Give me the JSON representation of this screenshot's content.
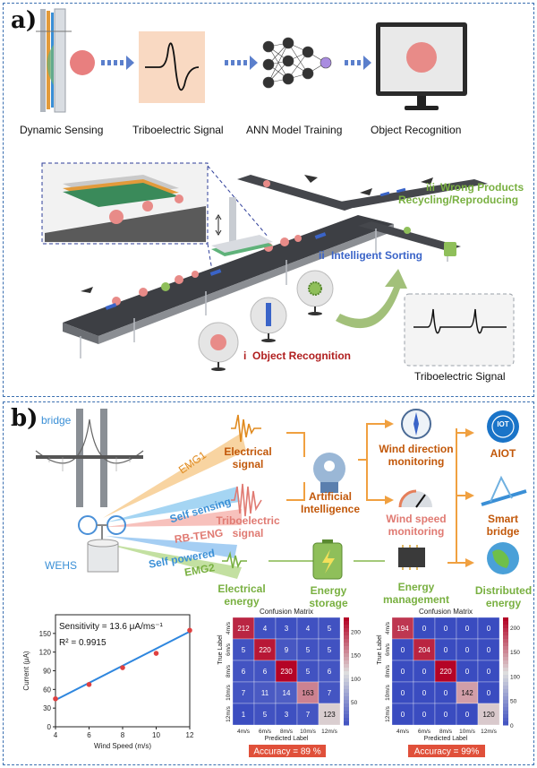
{
  "panel_a": {
    "label": "a)",
    "flow": [
      "Dynamic Sensing",
      "Triboelectric Signal",
      "ANN Model Training",
      "Object Recognition"
    ],
    "steps": {
      "i": "i",
      "i_text": "Object Recognition",
      "ii": "ii",
      "ii_text": "Intelligent Sorting",
      "iii": "iii",
      "iii_text": "Wrong Products",
      "iii_text2": "Recycling/Reproducing"
    },
    "signal_box": "Triboelectric Signal"
  },
  "panel_b": {
    "label": "b)",
    "bridge": "bridge",
    "wehs": "WEHS",
    "rays": [
      "EMG1",
      "Self sensing",
      "RB-TENG",
      "Self powered",
      "EMG2"
    ],
    "signals": {
      "electrical": [
        "Electrical",
        "signal"
      ],
      "tribo": [
        "Triboelectric",
        "signal"
      ],
      "energy": [
        "Electrical",
        "energy"
      ]
    },
    "ai": [
      "Artificial",
      "Intelligence"
    ],
    "storage": [
      "Energy",
      "storage"
    ],
    "wind_dir": [
      "Wind direction",
      "monitoring"
    ],
    "wind_speed": [
      "Wind speed",
      "monitoring"
    ],
    "energy_mgmt": [
      "Energy",
      "management"
    ],
    "aiot": "AIOT",
    "iot_icon": "IOT",
    "smart_bridge": [
      "Smart",
      "bridge"
    ],
    "distributed": [
      "Distributed",
      "energy"
    ],
    "colors": {
      "orange": "#e08a1e",
      "red": "#e07a72",
      "green": "#79b041",
      "blue": "#3a8fd6",
      "dark_orange": "#c2580a"
    }
  },
  "chart_data": [
    {
      "type": "scatter",
      "title": "",
      "xlabel": "Wind Speed (m/s)",
      "ylabel": "Current (μA)",
      "xlim": [
        4,
        12
      ],
      "ylim": [
        0,
        180
      ],
      "x_ticks": [
        "4",
        "6",
        "8",
        "10",
        "12"
      ],
      "y_ticks": [
        "0",
        "30",
        "60",
        "90",
        "120",
        "150"
      ],
      "series": [
        {
          "x": [
            4,
            6,
            8,
            10,
            12
          ],
          "y": [
            45,
            68,
            95,
            118,
            155
          ]
        }
      ],
      "fit": {
        "x": [
          4,
          12
        ],
        "y": [
          43,
          153
        ]
      },
      "annotations": [
        "Sensitivity = 13.6 μA/ms⁻¹",
        "R² = 0.9915"
      ]
    },
    {
      "type": "heatmap",
      "title": "Confusion Matrix",
      "xlabel": "Predicted Label",
      "ylabel": "True Label",
      "labels": [
        "4m/s",
        "6m/s",
        "8m/s",
        "10m/s",
        "12m/s"
      ],
      "matrix": [
        [
          212,
          4,
          3,
          4,
          5
        ],
        [
          5,
          220,
          9,
          5,
          5
        ],
        [
          6,
          6,
          230,
          5,
          6
        ],
        [
          7,
          11,
          14,
          163,
          7
        ],
        [
          1,
          5,
          3,
          7,
          123
        ]
      ],
      "vmin": 0,
      "vmax": 230,
      "colorbar_ticks": [
        "200",
        "150",
        "100",
        "50"
      ],
      "caption": "Accuracy = 89 %"
    },
    {
      "type": "heatmap",
      "title": "Confusion Matrix",
      "xlabel": "Predicted Label",
      "ylabel": "True Label",
      "labels": [
        "4m/s",
        "6m/s",
        "8m/s",
        "10m/s",
        "12m/s"
      ],
      "matrix": [
        [
          194,
          0,
          0,
          0,
          0
        ],
        [
          0,
          204,
          0,
          0,
          0
        ],
        [
          0,
          0,
          220,
          0,
          0
        ],
        [
          0,
          0,
          0,
          142,
          0
        ],
        [
          0,
          0,
          0,
          0,
          120
        ]
      ],
      "vmin": 0,
      "vmax": 220,
      "colorbar_ticks": [
        "200",
        "150",
        "100",
        "50",
        "0"
      ],
      "caption": "Accuracy = 99%"
    }
  ]
}
